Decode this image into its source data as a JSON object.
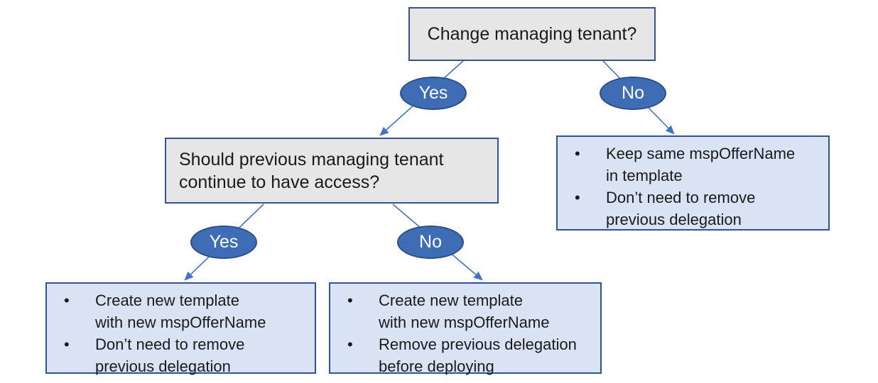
{
  "colors": {
    "background": "#ffffff",
    "question_box_fill": "#e7e6e6",
    "question_box_border": "#35538f",
    "result_box_fill": "#dae3f3",
    "result_box_border": "#2f5496",
    "oval_fill": "#3e6cb5",
    "oval_border": "#2d4f87",
    "oval_text": "#ffffff",
    "arrow": "#4472c4",
    "text": "#1a1a1a"
  },
  "diagram": {
    "root_question": {
      "text": "Change managing tenant?"
    },
    "branch_yes": {
      "label": "Yes"
    },
    "branch_no": {
      "label": "No"
    },
    "second_question": {
      "text": "Should previous managing tenant\ncontinue to have access?"
    },
    "second_yes": {
      "label": "Yes"
    },
    "second_no": {
      "label": "No"
    },
    "result_keep_offer": {
      "bullets": [
        "Keep same mspOfferName\nin template",
        "Don’t need to remove\nprevious delegation"
      ]
    },
    "result_new_template_keep": {
      "bullets": [
        "Create new template\nwith new mspOfferName",
        "Don’t need to remove\nprevious delegation"
      ]
    },
    "result_new_template_remove": {
      "bullets": [
        "Create new template\nwith new mspOfferName",
        "Remove previous delegation\nbefore deploying"
      ]
    }
  }
}
